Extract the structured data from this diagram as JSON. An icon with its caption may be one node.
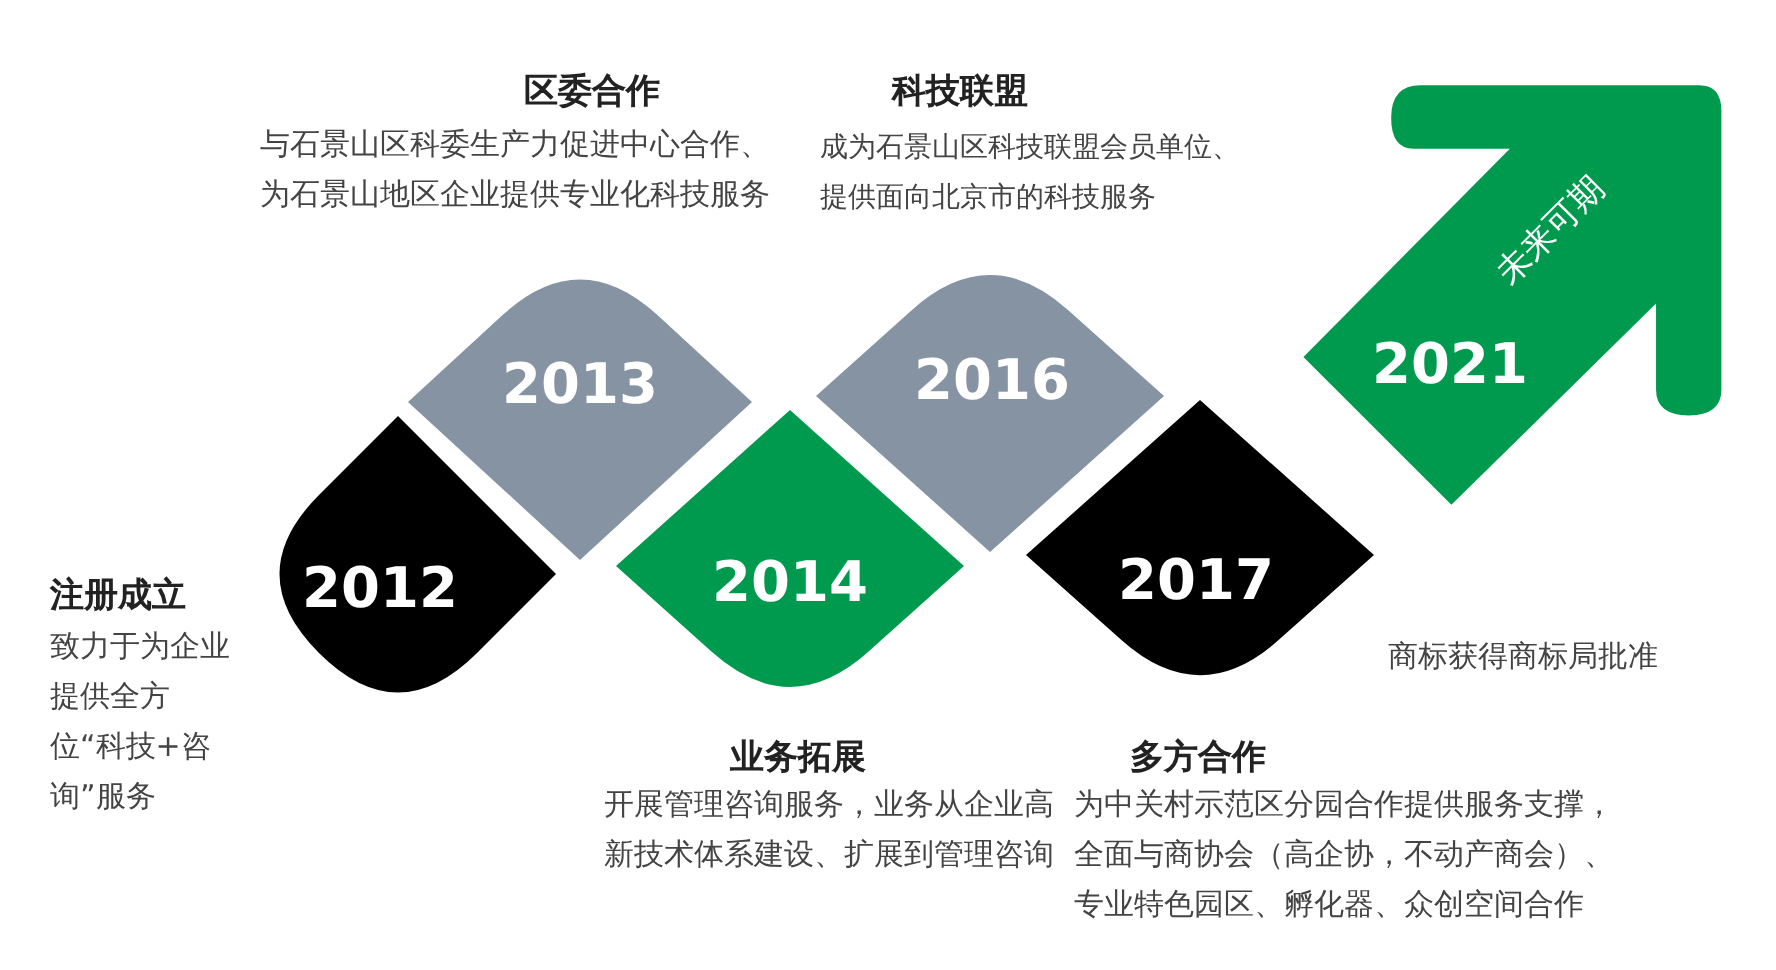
{
  "diagram": {
    "nodes": [
      {
        "text": [
          "2012"
        ],
        "beside": [
          "注册成立",
          "致力于为企业提供全方位“科技+咨询”服务"
        ]
      },
      {
        "text": [
          "2013"
        ],
        "beside": [
          "区委合作",
          "与石景山区科委生产力促进中心合作、为石景山地区企业提供专业化科技服务"
        ]
      },
      {
        "text": [
          "2014"
        ],
        "beside": [
          "业务拓展",
          "开展管理咨询服务，业务从企业高新技术体系建设、扩展到管理咨询"
        ]
      },
      {
        "text": [
          "2016"
        ],
        "beside": [
          "科技联盟",
          "成为石景山区科技联盟会员单位、提供面向北京市的科技服务"
        ]
      },
      {
        "text": [
          "2017"
        ],
        "beside": [
          "多方合作",
          "为中关村示范区分园合作提供服务支撑，全面与商协会（高企协，不动产商会）、专业特色园区、孵化器、众创空间合作"
        ]
      },
      {
        "text": [
          "2021",
          "未来可期"
        ]
      }
    ],
    "labels": [
      "商标获得商标局批准"
    ]
  }
}
